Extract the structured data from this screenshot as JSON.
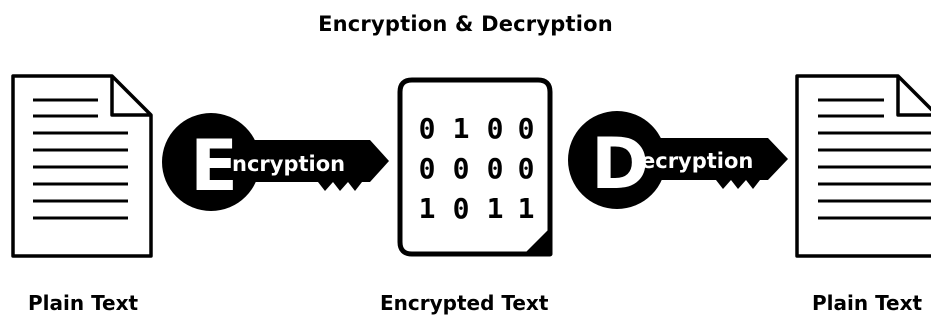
{
  "title": "Encryption & Decryption",
  "captions": {
    "plain_left": "Plain Text",
    "encrypted": "Encrypted Text",
    "plain_right": "Plain Text"
  },
  "encryption_key": {
    "letter": "E",
    "rest": "ncryption"
  },
  "decryption_key": {
    "letter": "D",
    "rest": "ecryption"
  },
  "encrypted_bits": [
    [
      "0",
      "1",
      "0",
      "0"
    ],
    [
      "0",
      "0",
      "0",
      "0"
    ],
    [
      "1",
      "0",
      "1",
      "1"
    ]
  ],
  "icons": {
    "plain_left": "document-icon",
    "encryption": "key-icon",
    "encrypted": "binary-document-icon",
    "decryption": "key-icon",
    "plain_right": "document-icon"
  }
}
